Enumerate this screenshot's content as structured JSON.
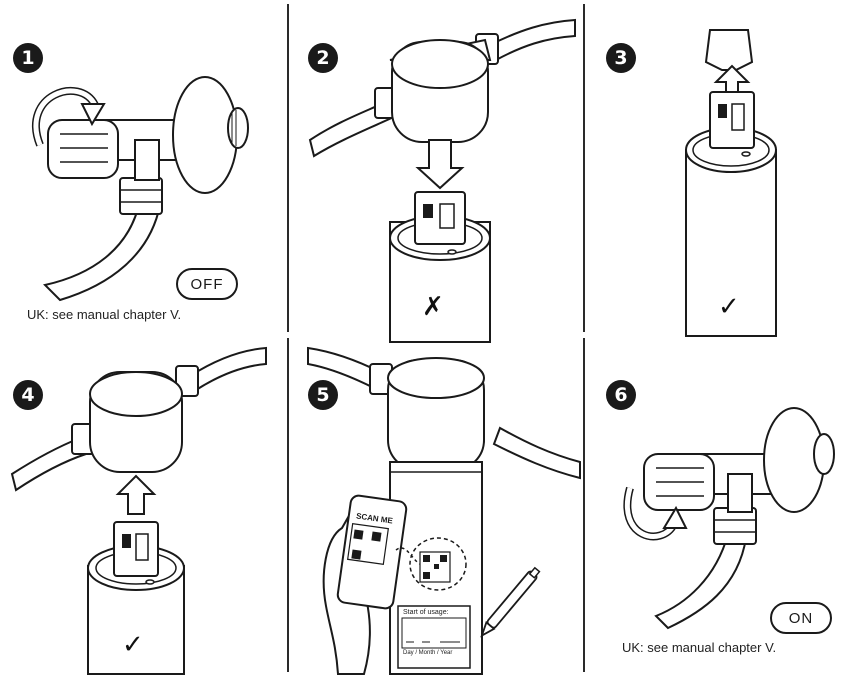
{
  "steps": [
    {
      "number": "1",
      "badge": "step-1"
    },
    {
      "number": "2",
      "badge": "step-2"
    },
    {
      "number": "3",
      "badge": "step-3"
    },
    {
      "number": "4",
      "badge": "step-4"
    },
    {
      "number": "5",
      "badge": "step-5"
    },
    {
      "number": "6",
      "badge": "step-6"
    }
  ],
  "step1": {
    "valve_state": "OFF",
    "note": "UK: see manual chapter V."
  },
  "step2": {
    "result_mark": "✗"
  },
  "step3": {
    "result_mark": "✓"
  },
  "step4": {
    "result_mark": "✓"
  },
  "step5": {
    "phone_text": "SCAN ME",
    "label_title": "Start of usage:",
    "label_foot": "Day / Month / Year"
  },
  "step6": {
    "valve_state": "ON",
    "note": "UK: see manual chapter V."
  },
  "colors": {
    "line": "#1a1a1a",
    "background": "#ffffff",
    "fill_light": "#f4f4f4"
  }
}
